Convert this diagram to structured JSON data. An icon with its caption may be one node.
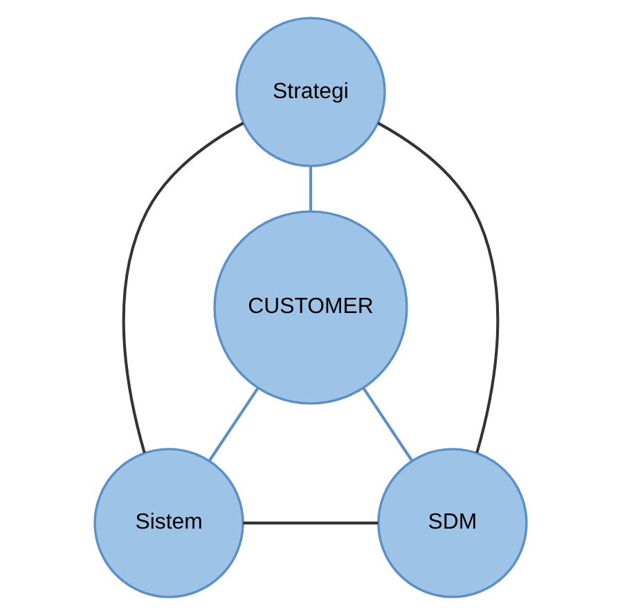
{
  "diagram": {
    "nodes": [
      {
        "text": [
          "Strategi"
        ]
      },
      {
        "text": [
          "CUSTOMER"
        ]
      },
      {
        "text": [
          "Sistem"
        ]
      },
      {
        "text": [
          "SDM"
        ]
      }
    ],
    "edges": [
      {
        "from": 0,
        "to": 2,
        "arrow": "none"
      },
      {
        "from": 0,
        "to": 3,
        "arrow": "none"
      },
      {
        "from": 2,
        "to": 3,
        "arrow": "none"
      },
      {
        "from": 0,
        "to": 1,
        "arrow": "none",
        "color": "#5b8fc7"
      },
      {
        "from": 1,
        "to": 2,
        "arrow": "none",
        "color": "#5b8fc7"
      },
      {
        "from": 1,
        "to": 3,
        "arrow": "none",
        "color": "#5b8fc7"
      }
    ]
  }
}
